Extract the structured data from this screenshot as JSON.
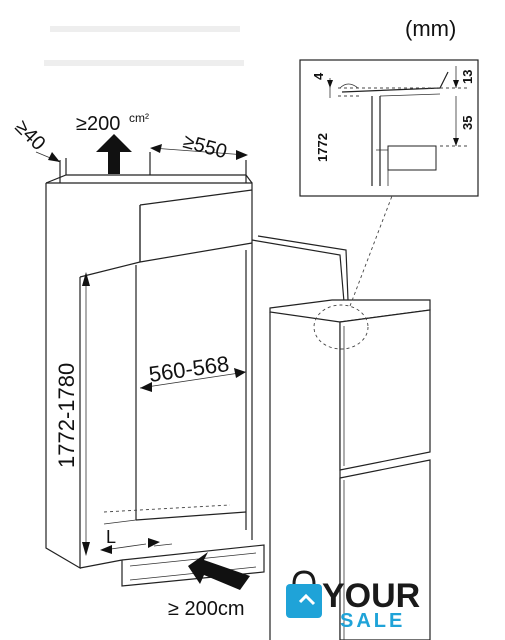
{
  "units": "(mm)",
  "dimensions": {
    "top_vent": "≥200",
    "top_vent_unit": "cm²",
    "depth_gap": "≥40",
    "depth": "≥550",
    "width": "560-568",
    "height": "1772-1780",
    "bottom_vent": "≥ 200cm",
    "foot_label": "L"
  },
  "detail": {
    "dim_4": "4",
    "dim_13": "13",
    "dim_35": "35",
    "dim_1772": "1772"
  },
  "logo": {
    "word_1": "YOUR",
    "word_2": "SALE",
    "colors": {
      "dark": "#1a1a1a",
      "accent": "#1fa3d8"
    }
  }
}
